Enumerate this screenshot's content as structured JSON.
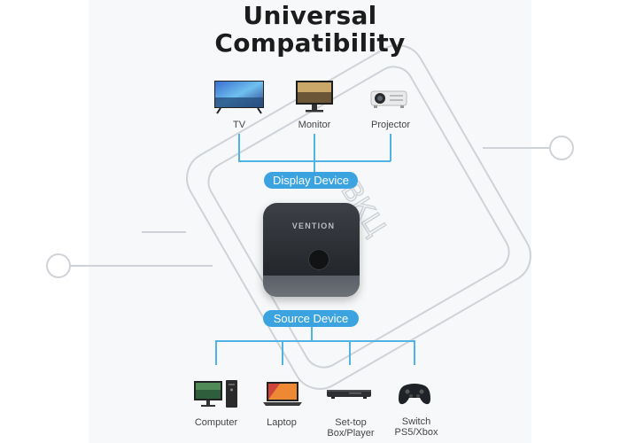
{
  "header": {
    "title_line1": "Universal",
    "title_line2": "Compatibility"
  },
  "display_devices": [
    {
      "label": "TV",
      "icon": "tv-icon"
    },
    {
      "label": "Monitor",
      "icon": "monitor-icon"
    },
    {
      "label": "Projector",
      "icon": "projector-icon"
    }
  ],
  "display_pill": "Display Device",
  "switch_device": {
    "logo": "VENTION"
  },
  "source_pill": "Source Device",
  "source_devices": [
    {
      "label": "Computer",
      "icon": "computer-icon"
    },
    {
      "label": "Laptop",
      "icon": "laptop-icon"
    },
    {
      "label_line1": "Set-top",
      "label_line2": "Box/Player",
      "icon": "set-top-box-icon"
    },
    {
      "label_line1": "Switch",
      "label_line2": "PS5/Xbox",
      "icon": "gamepad-icon"
    }
  ],
  "colors": {
    "accent": "#3aa3e0",
    "line": "#4fb3e6",
    "panel": "#f6f8fa",
    "watermark": "#cfd3d8"
  }
}
